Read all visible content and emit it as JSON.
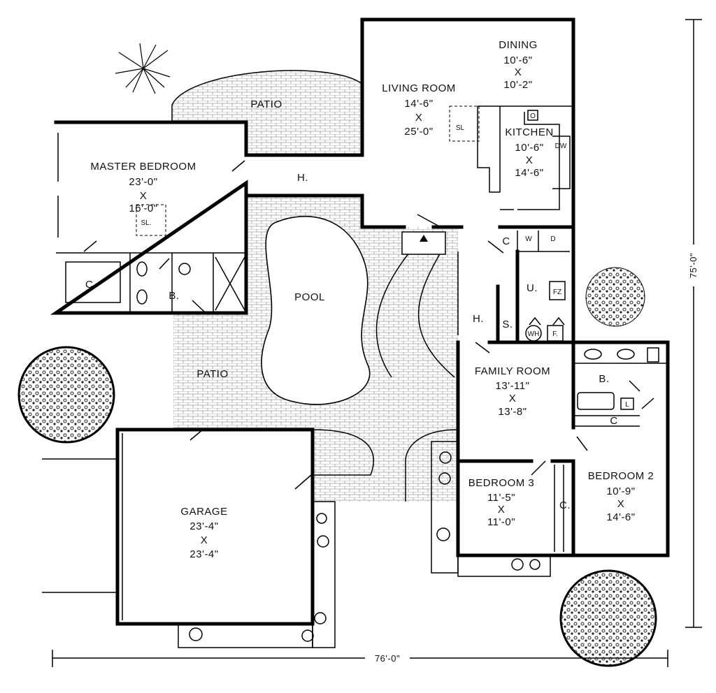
{
  "rooms": {
    "master_bedroom": {
      "name": "MASTER BEDROOM",
      "width": "23'-0\"",
      "x": "X",
      "length": "16'-0\""
    },
    "living_room": {
      "name": "LIVING ROOM",
      "width": "14'-6\"",
      "x": "X",
      "length": "25'-0\""
    },
    "dining": {
      "name": "DINING",
      "width": "10'-6\"",
      "x": "X",
      "length": "10'-2\""
    },
    "kitchen": {
      "name": "KITCHEN",
      "width": "10'-6\"",
      "x": "X",
      "length": "14'-6\""
    },
    "family_room": {
      "name": "FAMILY ROOM",
      "width": "13'-11\"",
      "x": "X",
      "length": "13'-8\""
    },
    "bedroom_2": {
      "name": "BEDROOM 2",
      "width": "10'-9\"",
      "x": "X",
      "length": "14'-6\""
    },
    "bedroom_3": {
      "name": "BEDROOM 3",
      "width": "11'-5\"",
      "x": "X",
      "length": "11'-0\""
    },
    "garage": {
      "name": "GARAGE",
      "width": "23'-4\"",
      "x": "X",
      "length": "23'-4\""
    }
  },
  "areas": {
    "patio_top": "PATIO",
    "patio_left": "PATIO",
    "pool": "POOL",
    "hall_top": "H.",
    "hall_right": "H."
  },
  "fixtures": {
    "closet_master": "C.",
    "bath_master": "B.",
    "bath_2": "B.",
    "closet_bed2": "C",
    "closet_bed3": "C.",
    "closet_kitchen": "C",
    "utility": "U.",
    "storage": "S.",
    "skylight_master": "SL.",
    "skylight_living": "SL",
    "freezer": "FZ",
    "water_heater": "WH",
    "furnace": "F.",
    "washer": "W",
    "dryer": "D",
    "dishwasher": "DW",
    "oven": "O",
    "linen": "L"
  },
  "dimensions": {
    "overall_width": "76'-0\"",
    "overall_depth": "75'-0\""
  }
}
